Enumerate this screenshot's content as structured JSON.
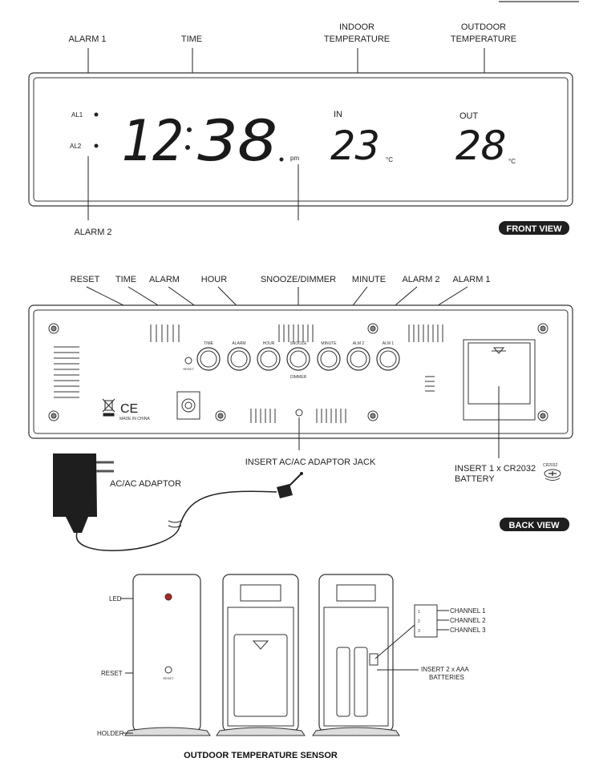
{
  "front": {
    "callouts": {
      "alarm1": "ALARM 1",
      "time": "TIME",
      "indoor1": "INDOOR",
      "indoor2": "TEMPERATURE",
      "outdoor1": "OUTDOOR",
      "outdoor2": "TEMPERATURE",
      "alarm2": "ALARM 2"
    },
    "display": {
      "al1": "AL1",
      "al2": "AL2",
      "time_hours": "12",
      "time_minutes": "38",
      "pm": "pm",
      "in_label": "IN",
      "in_temp": "23",
      "out_label": "OUT",
      "out_temp": "28",
      "unit": "°C"
    },
    "badge": "FRONT VIEW"
  },
  "back": {
    "callouts": {
      "reset": "RESET",
      "time": "TIME",
      "alarm": "ALARM",
      "hour": "HOUR",
      "snooze": "SNOOZE/DIMMER",
      "minute": "MINUTE",
      "alarm2": "ALARM 2",
      "alarm1": "ALARM 1"
    },
    "buttons": {
      "reset_small": "RESET",
      "time": "TIME",
      "alarm": "ALARM",
      "hour": "HOUR",
      "snooze": "SNOOZE",
      "dimmer": "DIMMER",
      "minute": "MINUTE",
      "aln2": "ALM 2",
      "aln1": "ALM 1"
    },
    "made_in": "MADE IN CHINA",
    "ce": "CE",
    "jack_label": "INSERT AC/AC ADAPTOR JACK",
    "adaptor_label": "AC/AC ADAPTOR",
    "battery_line1": "INSERT 1 x CR2032",
    "battery_line2": "BATTERY",
    "cell_name": "CR2032",
    "badge": "BACK VIEW"
  },
  "sensor": {
    "led": "LED",
    "reset": "RESET",
    "reset_small": "RESET",
    "holder": "HOLDER",
    "channel1": "CHANNEL 1",
    "channel2": "CHANNEL 2",
    "channel3": "CHANNEL 3",
    "ch_num1": "1",
    "ch_num2": "2",
    "ch_num3": "3",
    "insert_line1": "INSERT 2 x AAA",
    "insert_line2": "BATTERIES",
    "title": "OUTDOOR TEMPERATURE SENSOR"
  },
  "colors": {
    "badge_bg": "#1f1f1f",
    "led": "#b0241f"
  }
}
